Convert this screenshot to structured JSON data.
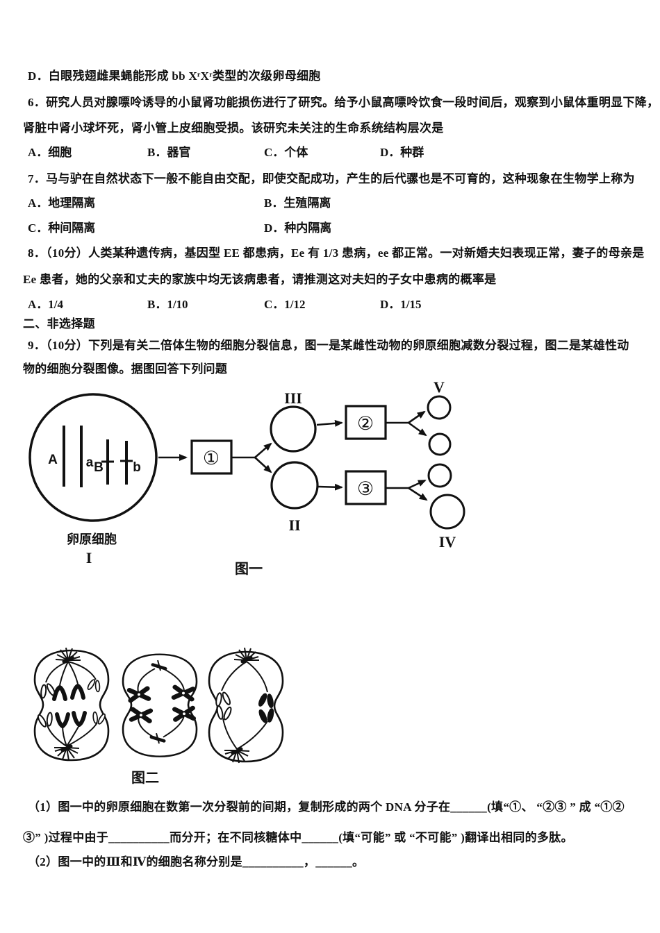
{
  "page": {
    "bg": "#ffffff",
    "fg": "#111111"
  },
  "text": {
    "d_option": "D．白眼残翅雌果蝇能形成 bb XʳXʳ类型的次级卵母细胞",
    "q6_l1": "6．研究人员对腺嘌呤诱导的小鼠肾功能损伤进行了研究。给予小鼠高嘌呤饮食一段时间后，观察到小鼠体重明显下降，",
    "q6_l2": "肾脏中肾小球坏死，肾小管上皮细胞受损。该研究未关注的生命系统结构层次是",
    "q6_opts": [
      "A．细胞",
      "B．器官",
      "C．个体",
      "D．种群"
    ],
    "q7_l1": "7．马与驴在自然状态下一般不能自由交配，即使交配成功，产生的后代骡也是不可育的，这种现象在生物学上称为",
    "q7_r1": [
      "A．地理隔离",
      "B．生殖隔离"
    ],
    "q7_r2": [
      "C．种间隔离",
      "D．种内隔离"
    ],
    "q8_l1": "8．（10分）人类某种遗传病，基因型 EE 都患病，Ee 有 1/3 患病，ee 都正常。一对新婚夫妇表现正常，妻子的母亲是",
    "q8_l2": "Ee 患者，她的父亲和丈夫的家族中均无该病患者，请推测这对夫妇的子女中患病的概率是",
    "q8_opts": [
      "A．1/4",
      "B．1/10",
      "C．1/12",
      "D．1/15"
    ],
    "section": "二、非选择题",
    "q9_l1": "9．（10分）下列是有关二倍体生物的细胞分裂信息，图一是某雌性动物的卵原细胞减数分裂过程，图二是某雄性动",
    "q9_l2": "物的细胞分裂图像。据图回答下列问题",
    "s1_l1": "（1）图一中的卵原细胞在数第一次分裂前的间期，复制形成的两个 DNA 分子在______(填“①、 “②③ ” 成 “①②",
    "s1_l2": "③” )过程中由于__________而分开；在不同核糖体中______(填“可能” 或 “不可能” )翻译出相同的多肽。",
    "s2_l1": "（2）图一中的Ⅲ和Ⅳ的细胞名称分别是__________，______。"
  },
  "fig1": {
    "caption": "图一",
    "source_name": "卵原细胞",
    "source_numeral": "I",
    "label_A": "A",
    "label_a": "a",
    "label_B": "B",
    "label_b": "b",
    "box1": "①",
    "box2": "②",
    "box3": "③",
    "label_III": "III",
    "label_II": "II",
    "label_V": "V",
    "label_IV": "IV"
  },
  "fig2": {
    "caption": "图二"
  }
}
